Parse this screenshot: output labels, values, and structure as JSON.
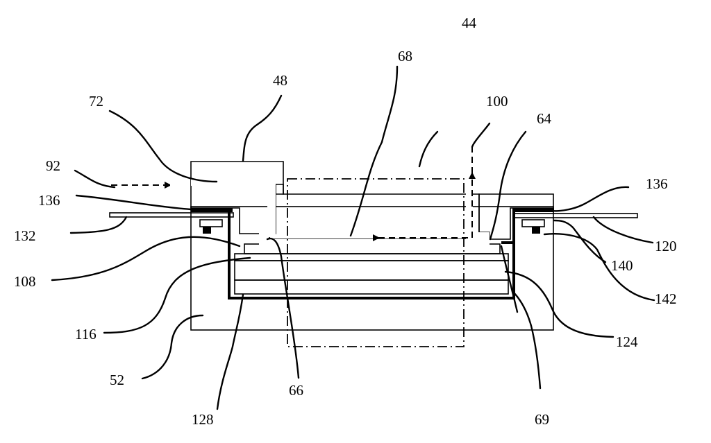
{
  "labels": {
    "l44": "44",
    "l48": "48",
    "l68": "68",
    "l72": "72",
    "l100": "100",
    "l64": "64",
    "l92": "92",
    "l136a": "136",
    "l136b": "136",
    "l132": "132",
    "l120": "120",
    "l140": "140",
    "l108": "108",
    "l142": "142",
    "l116": "116",
    "l124": "124",
    "l52": "52",
    "l66": "66",
    "l128": "128",
    "l69": "69"
  }
}
